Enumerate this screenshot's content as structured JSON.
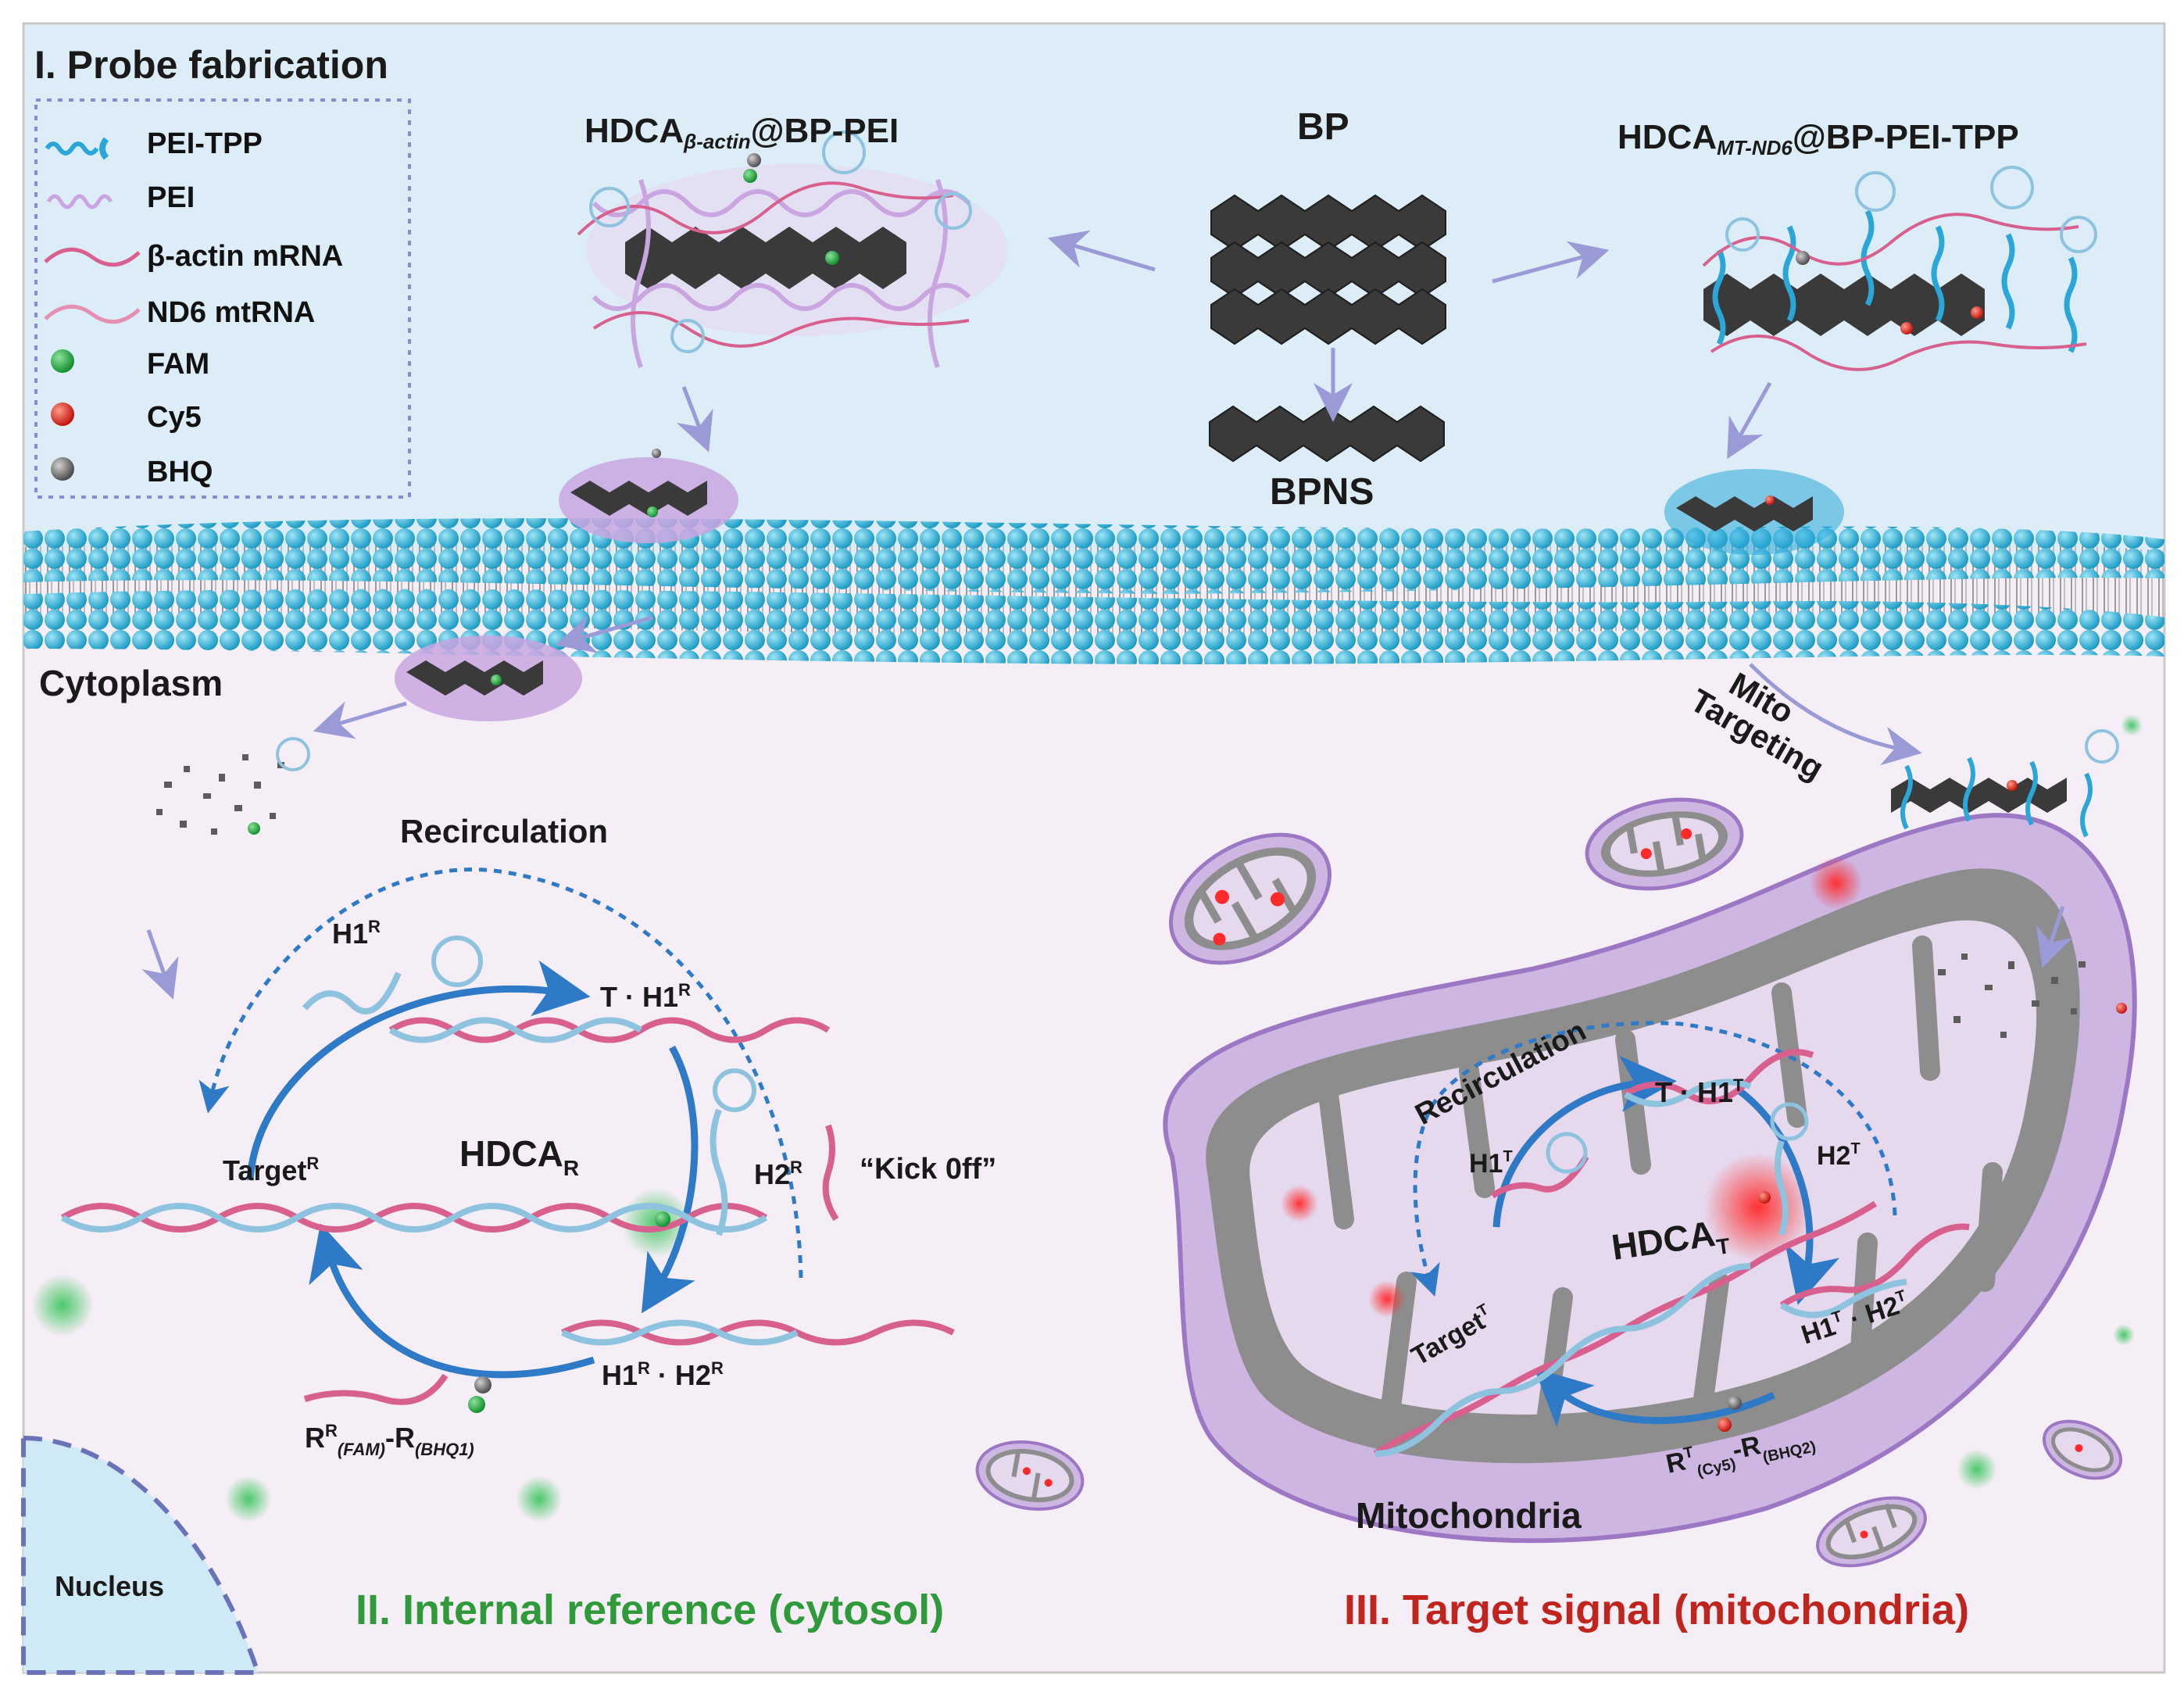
{
  "sections": {
    "probe": "I. Probe fabrication",
    "reference": "II. Internal reference (cytosol)",
    "target": "III. Target signal (mitochondria)"
  },
  "legend": [
    {
      "label": "PEI-TPP",
      "icon": "pei-tpp-strand-icon",
      "color": "#2aa7d8"
    },
    {
      "label": "PEI",
      "icon": "pei-strand-icon",
      "color": "#c9a6e0"
    },
    {
      "label": "β-actin mRNA",
      "icon": "beta-actin-mrna-icon",
      "color": "#d8608f"
    },
    {
      "label": "ND6 mtRNA",
      "icon": "nd6-mtrna-icon",
      "color": "#e58fb2"
    },
    {
      "label": "FAM",
      "icon": "fam-dot-icon",
      "color": "#2fa84a"
    },
    {
      "label": "Cy5",
      "icon": "cy5-dot-icon",
      "color": "#e23b2c"
    },
    {
      "label": "BHQ",
      "icon": "bhq-dot-icon",
      "color": "#7a7a7a"
    }
  ],
  "probes": {
    "left_prefix": "HDCA",
    "left_sub": "β-actin",
    "left_suffix": "@BP-PEI",
    "bp": "BP",
    "bpns": "BPNS",
    "right_prefix": "HDCA",
    "right_sub": "MT-ND6",
    "right_suffix": "@BP-PEI-TPP"
  },
  "regions": {
    "cytoplasm": "Cytoplasm",
    "mitochondria": "Mitochondria",
    "nucleus": "Nucleus",
    "mito_targeting_1": "Mito",
    "mito_targeting_2": "Targeting"
  },
  "cycle_r": {
    "recirculation": "Recirculation",
    "h1": "H1",
    "h1_sup": "R",
    "t_h1_prefix": "T · H1",
    "t_h1_sup": "R",
    "h2": "H2",
    "h2_sup": "R",
    "target": "Target",
    "target_sup": "R",
    "center": "HDCA",
    "center_sub": "R",
    "kickoff": "“Kick 0ff”",
    "h1h2_a": "H1",
    "h1h2_a_sup": "R",
    "h1h2_mid": " · H2",
    "h1h2_b_sup": "R",
    "reporter_a": "R",
    "reporter_a_sup": "R",
    "reporter_a_sub": "(FAM)",
    "reporter_b": "-R",
    "reporter_b_sub": "(BHQ1)"
  },
  "cycle_t": {
    "recirculation": "Recirculation",
    "t_h1_prefix": "T · H1",
    "t_h1_sup": "T",
    "h1": "H1",
    "h1_sup": "T",
    "h2": "H2",
    "h2_sup": "T",
    "center": "HDCA",
    "center_sub": "T",
    "target": "Target",
    "target_sup": "T",
    "h1h2_a": "H1",
    "h1h2_a_sup": "T",
    "h1h2_mid": " · H2",
    "h1h2_b_sup": "T",
    "reporter_a": "R",
    "reporter_a_sup": "T",
    "reporter_a_sub": "(Cy5)",
    "reporter_b": "-R",
    "reporter_b_sub": "(BHQ2)"
  },
  "colors": {
    "top_bg": "#dcedf7",
    "cytosol_bg": "#f6eef6",
    "membrane_head": "#3cb6d6",
    "arrow": "#9a9ad6",
    "cycle_arrow": "#2f7ac6",
    "recirc_dots": "#2f7ac6",
    "mito_fill": "#cdb6e2",
    "mito_cristae": "#8d8d8d",
    "nucleus": "#cfe9f7",
    "green_text": "#2f9a3a",
    "red_text": "#c0241d"
  }
}
